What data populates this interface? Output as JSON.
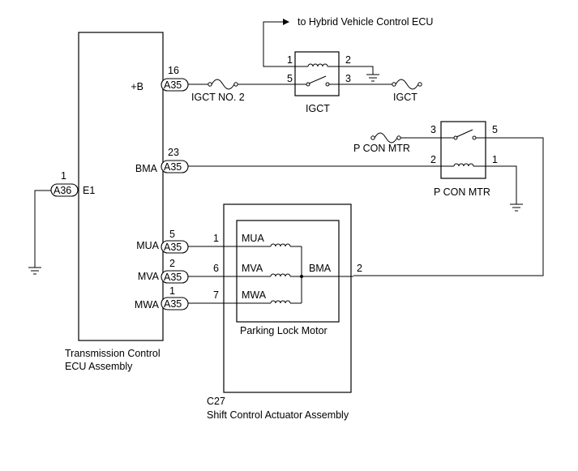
{
  "ecu": {
    "label_line1": "Transmission Control",
    "label_line2": "ECU Assembly",
    "ground_pin": {
      "pin": "1",
      "connector": "A36",
      "name": "E1"
    },
    "pins": [
      {
        "name": "+B",
        "pin": "16",
        "connector": "A35"
      },
      {
        "name": "BMA",
        "pin": "23",
        "connector": "A35"
      },
      {
        "name": "MUA",
        "pin": "5",
        "connector": "A35"
      },
      {
        "name": "MVA",
        "pin": "2",
        "connector": "A35"
      },
      {
        "name": "MWA",
        "pin": "1",
        "connector": "A35"
      }
    ]
  },
  "hybrid_ecu_label": "to Hybrid Vehicle Control ECU",
  "fuse_igct_no2": "IGCT NO. 2",
  "fuse_igct": "IGCT",
  "fuse_pcon": "P CON MTR",
  "relay_igct": {
    "label": "IGCT",
    "pins": [
      "1",
      "2",
      "5",
      "3"
    ]
  },
  "relay_pcon": {
    "label": "P CON MTR",
    "pins": [
      "3",
      "5",
      "2",
      "1"
    ]
  },
  "actuator": {
    "code": "C27",
    "label": "Shift Control Actuator Assembly",
    "motor_label": "Parking Lock Motor",
    "coils": [
      {
        "name": "MUA",
        "pin": "1"
      },
      {
        "name": "MVA",
        "pin": "6"
      },
      {
        "name": "MWA",
        "pin": "7"
      }
    ],
    "common": {
      "name": "BMA",
      "pin": "2"
    }
  }
}
